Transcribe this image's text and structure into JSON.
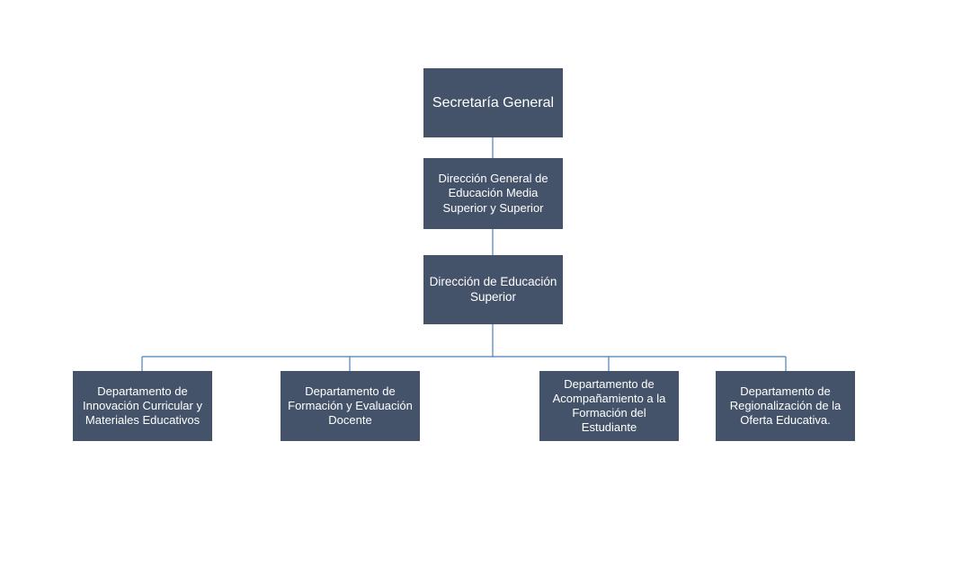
{
  "org_chart": {
    "root": "Secretaría General",
    "level2": "Dirección General de\nEducación Media\nSuperior y Superior",
    "level3": "Dirección de Educación\nSuperior",
    "departments": [
      "Departamento  de\nInnovación Curricular y\nMateriales Educativos",
      "Departamento de\nFormación y Evaluación\nDocente",
      "Departamento  de\nAcompañamiento  a la\nFormación  del\nEstudiante",
      "Departamento  de\nRegionalización de la\nOferta Educativa."
    ]
  },
  "colors": {
    "box_fill": "#445369",
    "box_text": "#ffffff",
    "connector": "#4a7ebb"
  }
}
